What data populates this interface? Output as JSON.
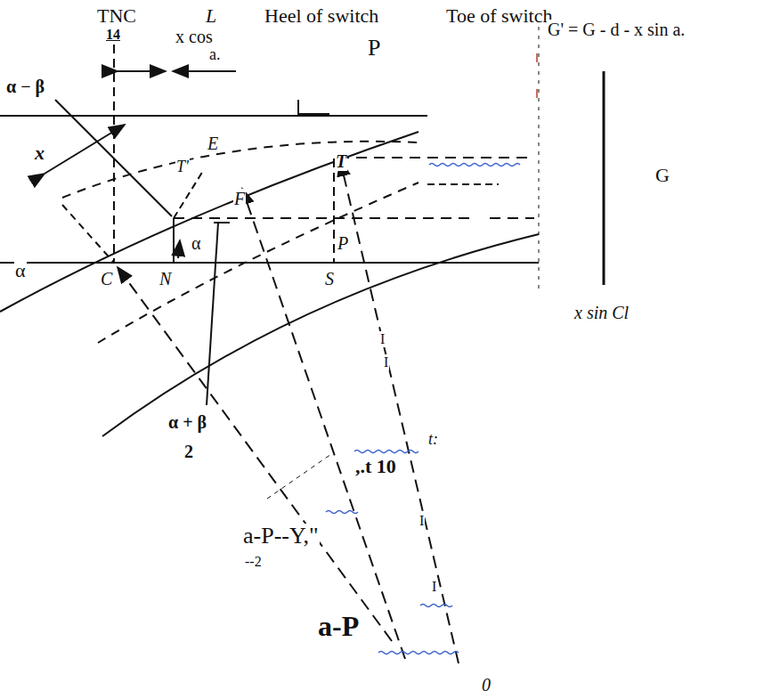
{
  "diagram": {
    "labels": [
      "TNC",
      "14",
      "L",
      "x cos",
      "Heel of switch",
      "Toe of switch",
      "a.",
      "P",
      "G' = G - d - x sin a.",
      "α − β",
      "x",
      "E",
      "T'",
      "F",
      "T",
      "P",
      "α",
      "C",
      "N",
      "S",
      "α",
      "G",
      "x sin Cl",
      "α + β",
      "2",
      "t:",
      ",.t 10",
      "a-P--Y,\"",
      "--2",
      "a-P",
      "0",
      "I",
      "I",
      "I",
      "I"
    ]
  }
}
